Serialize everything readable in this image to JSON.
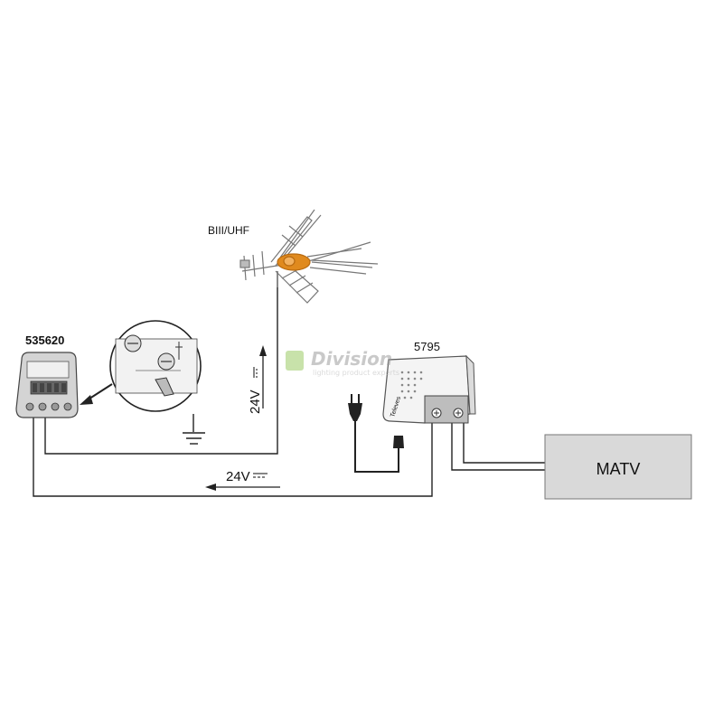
{
  "labels": {
    "antenna": "BIII/UHF",
    "amplifier": "535620",
    "power_supply": "5795",
    "voltage_vertical": "24V",
    "voltage_horizontal": "24V",
    "matv": "MATV",
    "brand": "Televes"
  },
  "watermark": {
    "title": "Division",
    "tagline": "lighting product experts"
  },
  "colors": {
    "line": "#222222",
    "cable_gray": "#555555",
    "matv_fill": "#d9d9d9",
    "antenna_orange": "#e08a1e",
    "device_fill": "#cfcfcf",
    "watermark": "#9ccc65"
  },
  "icons": [
    "antenna-icon",
    "amplifier-icon",
    "power-supply-icon",
    "plug-icon",
    "ground-icon",
    "magnifier-detail-icon"
  ]
}
